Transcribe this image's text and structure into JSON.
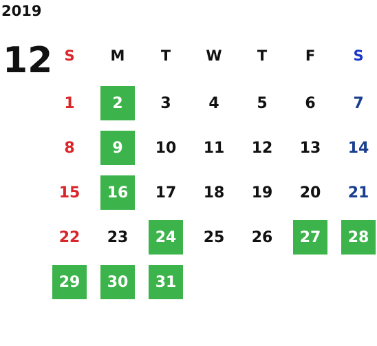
{
  "calendar": {
    "year": "2019",
    "month": "12",
    "weekdays": [
      "S",
      "M",
      "T",
      "W",
      "T",
      "F",
      "S"
    ],
    "start_offset": 0,
    "days_in_month": 31,
    "highlighted_days": [
      2,
      9,
      16,
      24,
      27,
      28,
      29,
      30,
      31
    ],
    "colors": {
      "sunday": "#d9262a",
      "saturday": "#1a3f8f",
      "saturday_header": "#1a35c8",
      "highlight_bg": "#3cb44b",
      "highlight_text": "#ffffff",
      "default_text": "#111111"
    }
  }
}
